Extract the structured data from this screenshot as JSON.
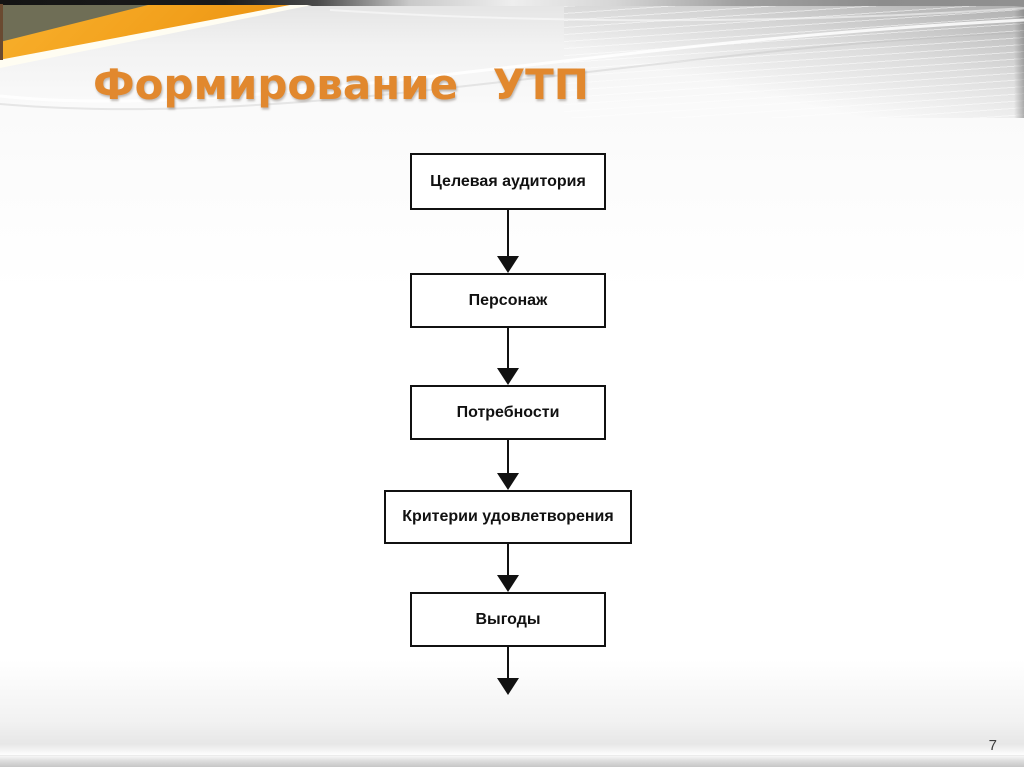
{
  "slide": {
    "title": "Формирование УТП",
    "page_number": "7"
  },
  "colors": {
    "title_orange": "#E1882E",
    "ribbon_orange": "#F2A01C",
    "corner_olive": "#6F6E56",
    "box_border": "#111111",
    "box_fill": "#FFFFFF",
    "box_text": "#111111",
    "top_bar_left": "#141414",
    "top_bar_right": "#909090"
  },
  "flowchart": {
    "type": "flowchart",
    "direction": "top-down",
    "nodes": [
      {
        "label": "Целевая аудитория"
      },
      {
        "label": "Персонаж"
      },
      {
        "label": "Потребности"
      },
      {
        "label": "Критерии удовлетворения"
      },
      {
        "label": "Выгоды"
      }
    ],
    "edges": [
      {
        "from": "Целевая аудитория",
        "to": "Персонаж"
      },
      {
        "from": "Персонаж",
        "to": "Потребности"
      },
      {
        "from": "Потребности",
        "to": "Критерии удовлетворения"
      },
      {
        "from": "Критерии удовлетворения",
        "to": "Выгоды"
      }
    ],
    "has_trailing_exit_arrow": true
  }
}
